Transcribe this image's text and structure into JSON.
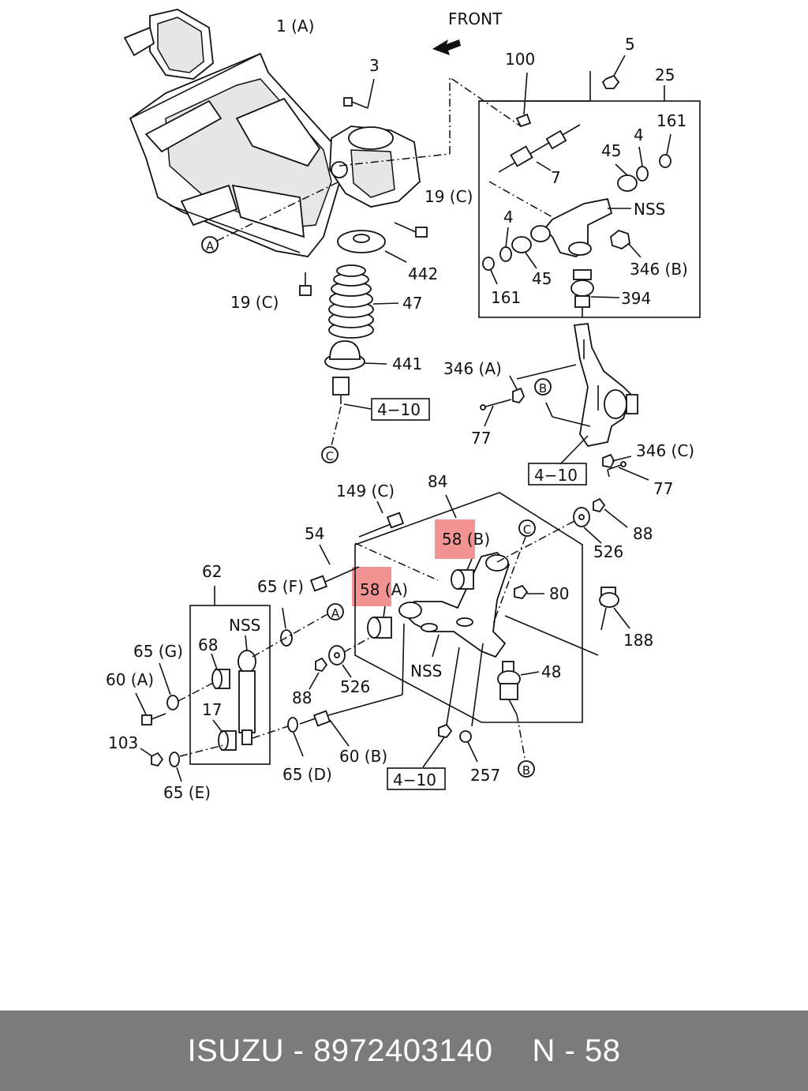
{
  "front_label": "FRONT",
  "callouts": {
    "c1a": "1 (A)",
    "c3": "3",
    "c100": "100",
    "c5": "5",
    "c25": "25",
    "c4a": "4",
    "c161a": "161",
    "c45a": "45",
    "c7": "7",
    "cnss1": "NSS",
    "c4b": "4",
    "c45b": "45",
    "c346b": "346 (B)",
    "c161b": "161",
    "c394": "394",
    "c19ca": "19 (C)",
    "c442": "442",
    "c19cb": "19 (C)",
    "c47": "47",
    "c441": "441",
    "c410a": "4−10",
    "c346a": "346 (A)",
    "c77a": "77",
    "c346c": "346 (C)",
    "c410b": "4−10",
    "c77b": "77",
    "c149c": "149 (C)",
    "c84": "84",
    "c54": "54",
    "c58b": "58 (B)",
    "c88a": "88",
    "c526a": "526",
    "c62": "62",
    "c65f": "65 (F)",
    "c58a": "58 (A)",
    "c80": "80",
    "cnss2": "NSS",
    "c68": "68",
    "c65g": "65 (G)",
    "c188": "188",
    "c60a": "60 (A)",
    "c88b": "88",
    "c526b": "526",
    "cnss3": "NSS",
    "c48": "48",
    "c17": "17",
    "c103": "103",
    "c65d": "65 (D)",
    "c60b": "60 (B)",
    "c410c": "4−10",
    "c257": "257",
    "c65e": "65 (E)"
  },
  "markers": {
    "A1": "A",
    "A2": "A",
    "B1": "B",
    "B2": "B",
    "C1": "C",
    "C2": "C"
  },
  "highlight_color": "#f08080",
  "footer": {
    "brand_part": "ISUZU - 8972403140",
    "page_ref": "N - 58"
  }
}
